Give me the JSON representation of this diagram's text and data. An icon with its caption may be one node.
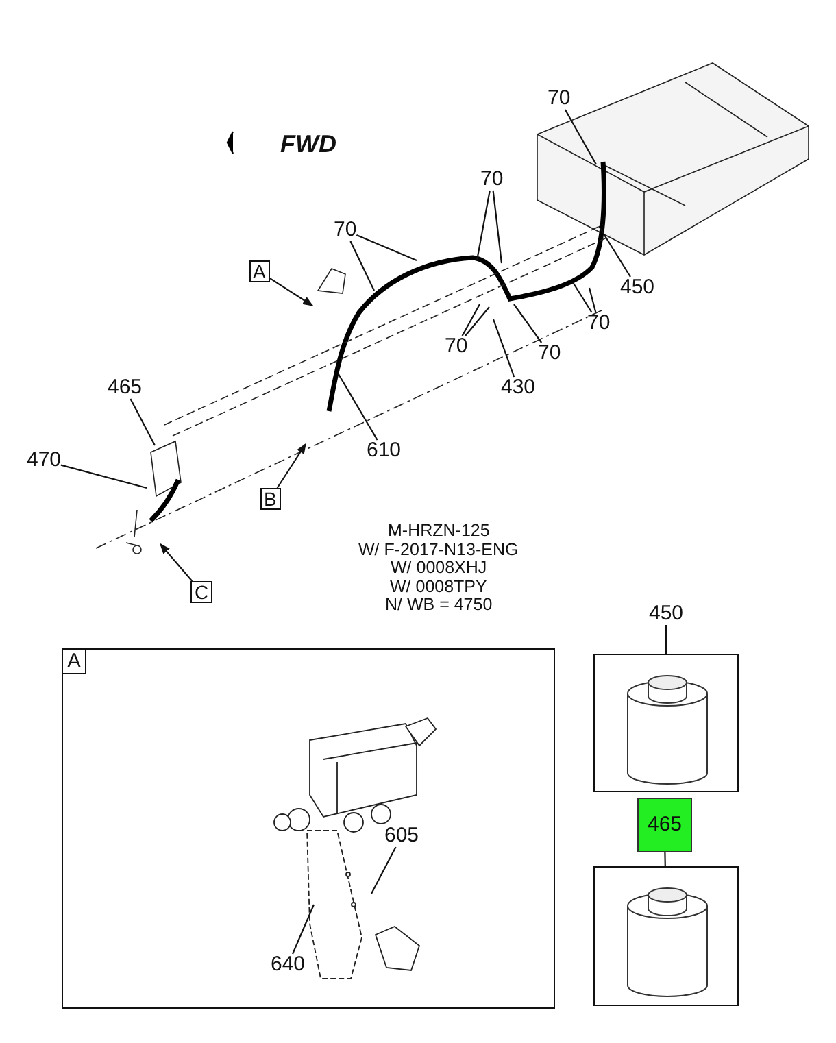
{
  "diagram": {
    "nodes": [
      {
        "text": [
          "70"
        ]
      },
      {
        "text": [
          "70"
        ]
      },
      {
        "text": [
          "70"
        ]
      },
      {
        "text": [
          "A"
        ]
      },
      {
        "text": [
          "450"
        ]
      },
      {
        "text": [
          "70"
        ]
      },
      {
        "text": [
          "70"
        ]
      },
      {
        "text": [
          "70"
        ]
      },
      {
        "text": [
          "430"
        ]
      },
      {
        "text": [
          "465"
        ]
      },
      {
        "text": [
          "610"
        ]
      },
      {
        "text": [
          "470"
        ]
      },
      {
        "text": [
          "B"
        ]
      },
      {
        "text": [
          "C"
        ]
      },
      {
        "text": [
          "A"
        ]
      },
      {
        "text": [
          "605"
        ],
        "in": 14
      },
      {
        "text": [
          "640"
        ],
        "in": 14
      },
      {
        "text": [
          "450"
        ]
      },
      {
        "text": [],
        "shape": "picture"
      },
      {
        "text": [
          "465"
        ]
      },
      {
        "text": [],
        "shape": "picture"
      }
    ],
    "edges": [
      {
        "from": 0,
        "to": null,
        "arrow": "none"
      },
      {
        "from": 1,
        "to": null,
        "arrow": "none"
      },
      {
        "from": 1,
        "to": null,
        "arrow": "none"
      },
      {
        "from": 2,
        "to": null,
        "arrow": "none"
      },
      {
        "from": 2,
        "to": null,
        "arrow": "none"
      },
      {
        "from": 3,
        "to": null,
        "arrow": "to"
      },
      {
        "from": 4,
        "to": null,
        "arrow": "none"
      },
      {
        "from": 5,
        "to": null,
        "arrow": "none"
      },
      {
        "from": 5,
        "to": null,
        "arrow": "none"
      },
      {
        "from": 6,
        "to": null,
        "arrow": "none"
      },
      {
        "from": 6,
        "to": null,
        "arrow": "none"
      },
      {
        "from": 7,
        "to": null,
        "arrow": "none"
      },
      {
        "from": 8,
        "to": null,
        "arrow": "none"
      },
      {
        "from": 9,
        "to": null,
        "arrow": "none"
      },
      {
        "from": 10,
        "to": null,
        "arrow": "none"
      },
      {
        "from": 11,
        "to": null,
        "arrow": "none"
      },
      {
        "from": 12,
        "to": null,
        "arrow": "to"
      },
      {
        "from": 13,
        "to": null,
        "arrow": "to"
      },
      {
        "from": 15,
        "to": null,
        "arrow": "none"
      },
      {
        "from": 16,
        "to": null,
        "arrow": "none"
      },
      {
        "from": 17,
        "to": 18,
        "arrow": "none"
      },
      {
        "from": 19,
        "to": 20,
        "arrow": "none"
      }
    ],
    "labels": [
      "FWD",
      "M-HRZN-125",
      "W/ F-2017-N13-ENG",
      "W/ 0008XHJ",
      "W/ 0008TPY",
      "N/ WB = 4750"
    ]
  }
}
